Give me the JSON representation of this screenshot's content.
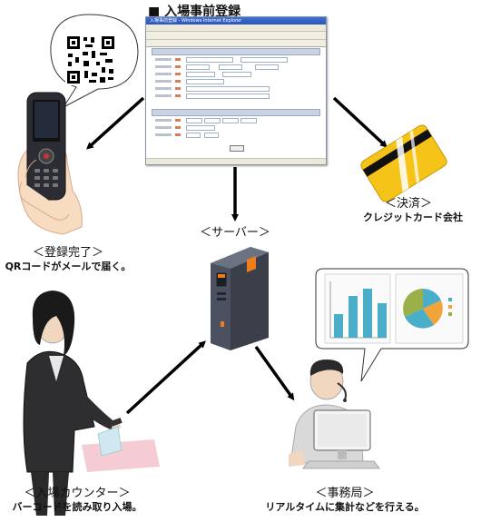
{
  "title": "■ 入場事前登録",
  "browser": {
    "title": "入場事前登録 - Windows Internet Explorer"
  },
  "server": {
    "label": "＜サーバー＞"
  },
  "payment": {
    "label": "＜決済＞",
    "sub": "クレジットカード会社"
  },
  "registration": {
    "label": "＜登録完了＞",
    "sub": "QRコードがメールで届く。"
  },
  "counter": {
    "label": "＜入場カウンター＞",
    "sub": "バーコードを読み取り入場。"
  },
  "office": {
    "label": "＜事務局＞",
    "sub": "リアルタイムに集計などを行える。"
  },
  "colors": {
    "arrow": "#000000",
    "server": "#3a3f4a",
    "accent": "#f07d1a",
    "card": "#f6c319",
    "bar": "#4aaec8"
  }
}
